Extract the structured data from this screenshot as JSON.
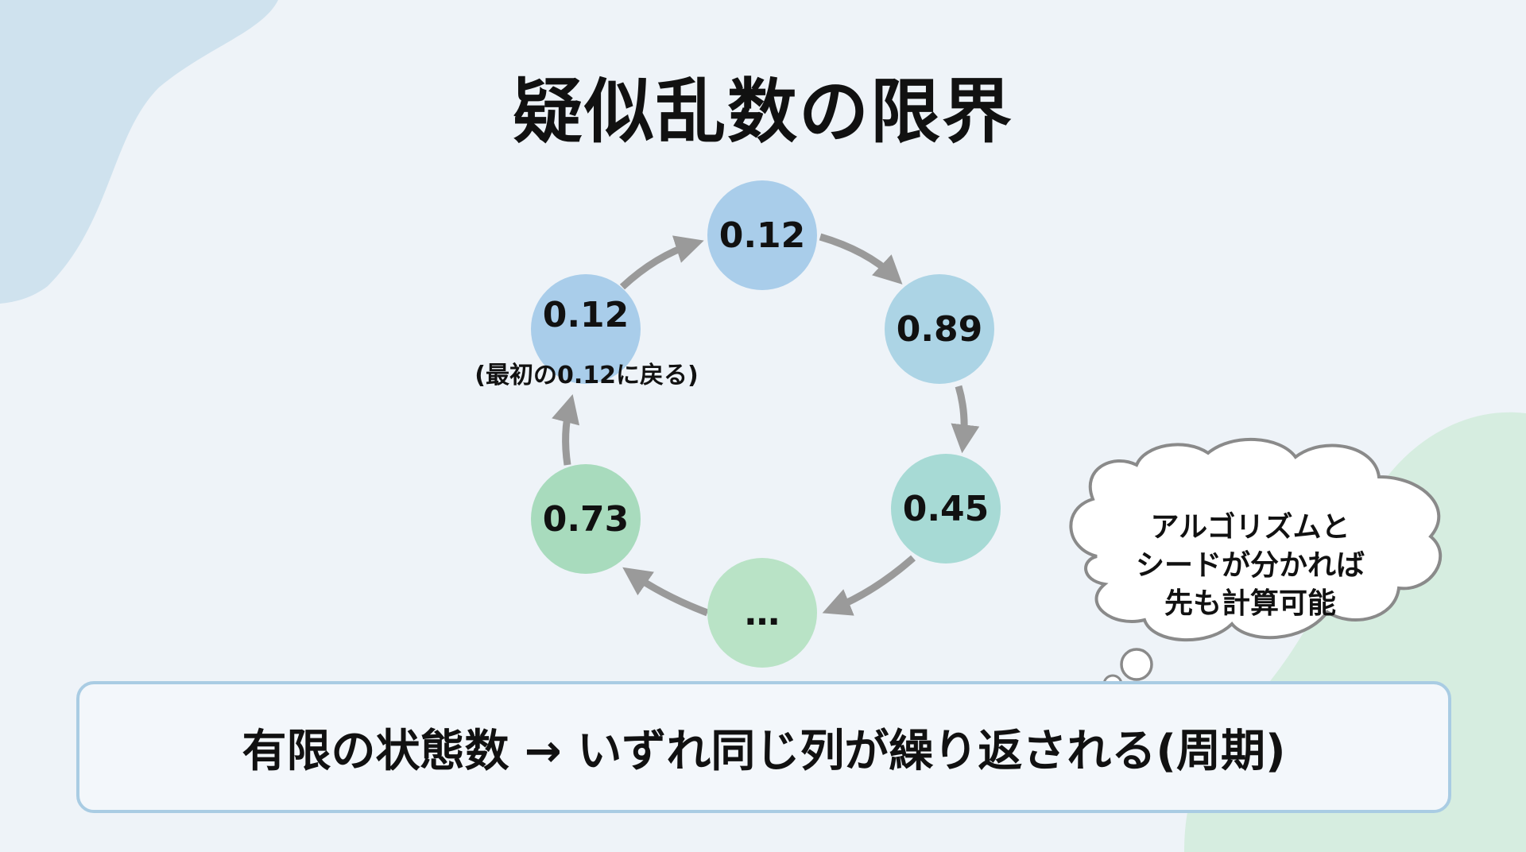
{
  "title": "疑似乱数の限界",
  "cycle": {
    "nodes": [
      {
        "label": "0.12",
        "color": "#a9cdea"
      },
      {
        "label": "0.89",
        "color": "#acd4e5"
      },
      {
        "label": "0.45",
        "color": "#a7dad5"
      },
      {
        "label": "…",
        "color": "#b9e3c6"
      },
      {
        "label": "0.73",
        "color": "#a8dbbd"
      },
      {
        "label": "0.12",
        "color": "#a9cdea"
      }
    ],
    "return_note": "(最初の0.12に戻る)",
    "arrow_color": "#9a9a9a"
  },
  "thought_bubble": {
    "lines": [
      "アルゴリズムと",
      "シードが分かれば",
      "先も計算可能"
    ]
  },
  "summary": "有限の状態数 → いずれ同じ列が繰り返される(周期)"
}
